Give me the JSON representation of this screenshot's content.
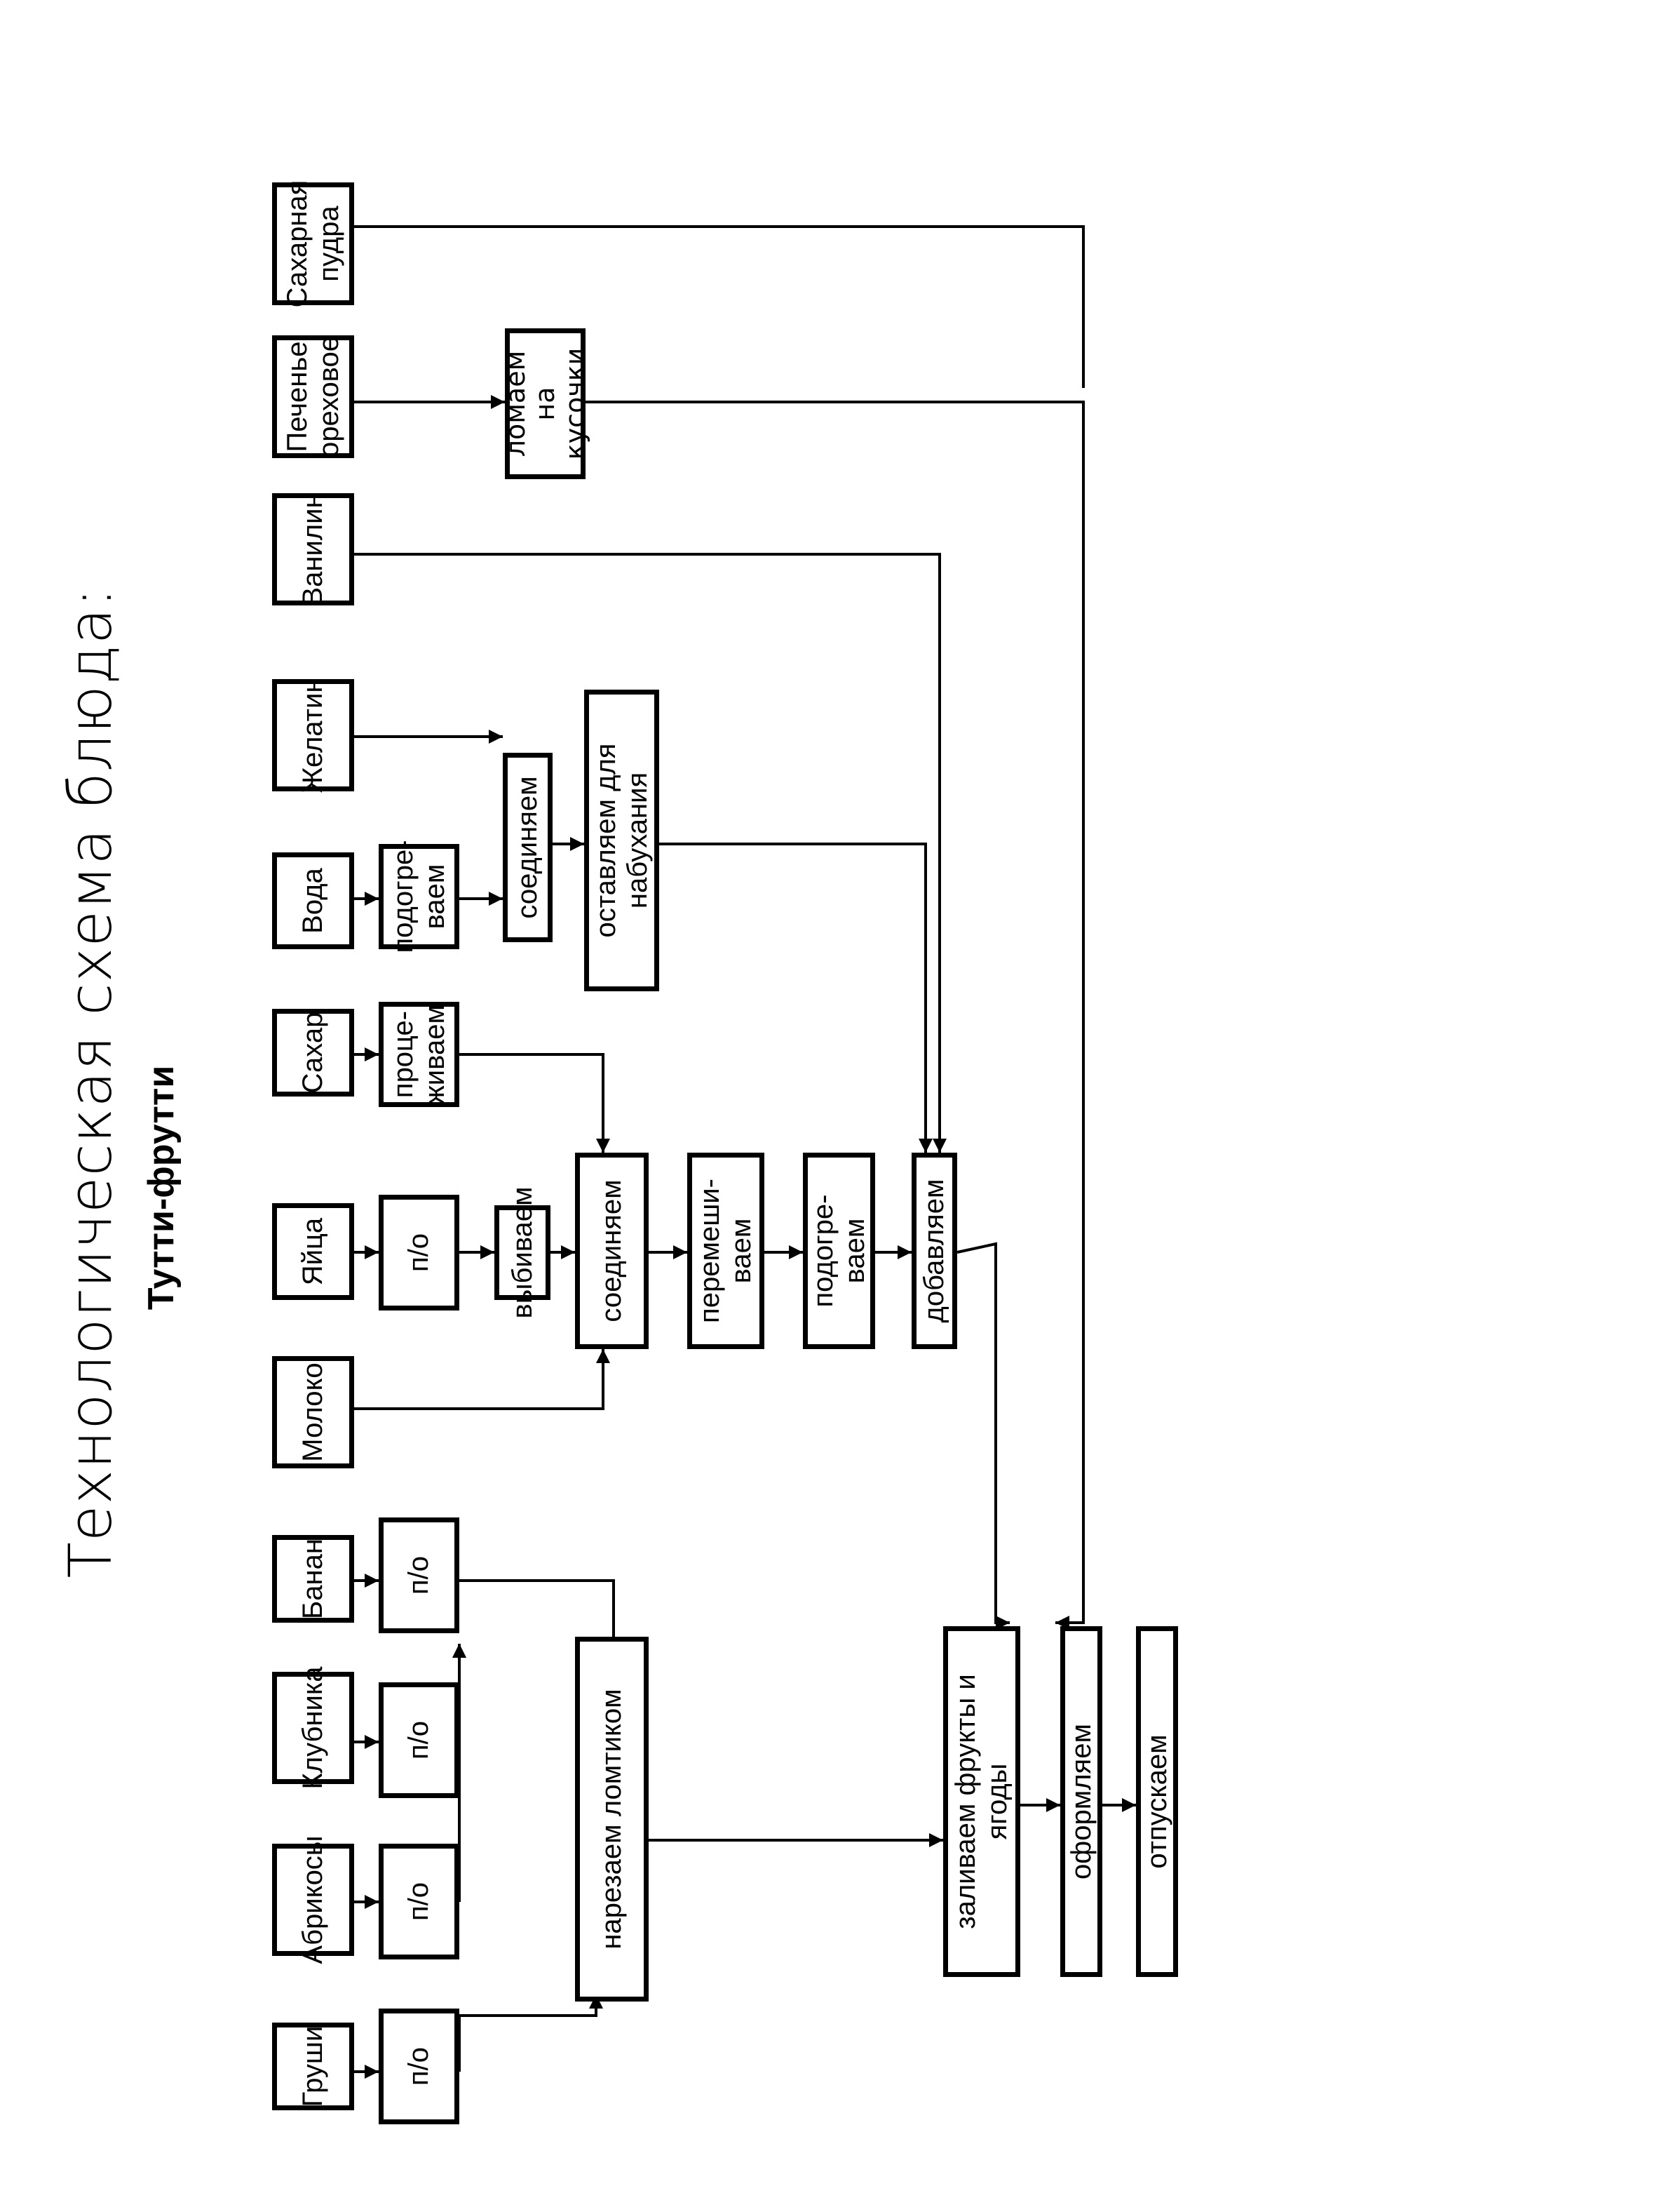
{
  "title": "Технологическая схема блюда:",
  "subtitle": "Тутти-фрутти",
  "ingredients": {
    "grushi": "Груши",
    "abrikosy": "Абрикосы",
    "klubnika": "Клубника",
    "banan": "Банан",
    "moloko": "Молоко",
    "yaytsa": "Яйца",
    "sakhar": "Сахар",
    "voda": "Вода",
    "zhelatin": "Желатин",
    "vanilin": "Ванилин",
    "pechenye": [
      "Печенье",
      "ореховое"
    ],
    "pudra": [
      "Сахарная",
      "пудра"
    ]
  },
  "steps": {
    "po": "п/о",
    "vybivaem": "выбиваем",
    "protsezhivaem": [
      "проце-",
      "живаем"
    ],
    "podogrevaem": [
      "подогре-",
      "ваем"
    ],
    "soedinyaem": "соединяем",
    "ostavlyaem": [
      "оставляем для",
      "набухания"
    ],
    "lomaem": [
      "ломаем на",
      "кусочки"
    ],
    "peremeshivaem": [
      "перемеши-",
      "ваем"
    ],
    "dobavlyaem": "добавляем",
    "narezaem": "нарезаем ломтиком",
    "zalivaem": [
      "заливаем фрукты и",
      "ягоды"
    ],
    "oformlyaem": "оформляем",
    "otpuskaem": "отпускаем"
  }
}
